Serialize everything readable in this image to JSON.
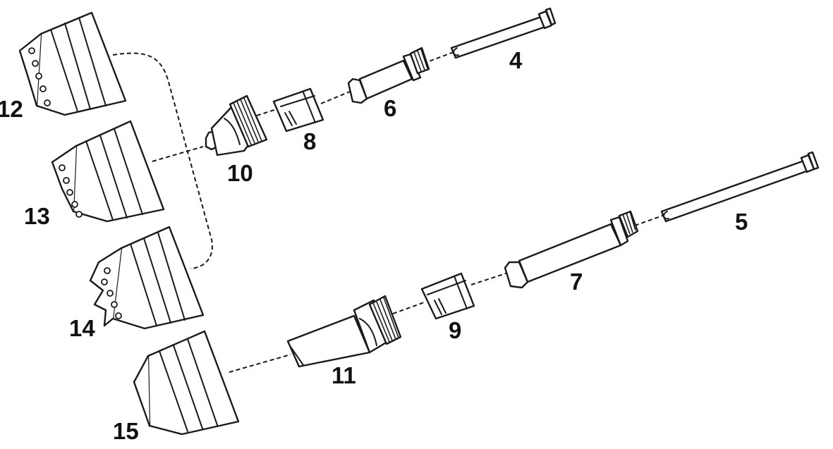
{
  "callouts": {
    "n4": "4",
    "n5": "5",
    "n6": "6",
    "n7": "7",
    "n8": "8",
    "n9": "9",
    "n10": "10",
    "n11": "11",
    "n12": "12",
    "n13": "13",
    "n14": "14",
    "n15": "15"
  },
  "colors": {
    "line": "#1a1a1a",
    "background": "#ffffff"
  }
}
